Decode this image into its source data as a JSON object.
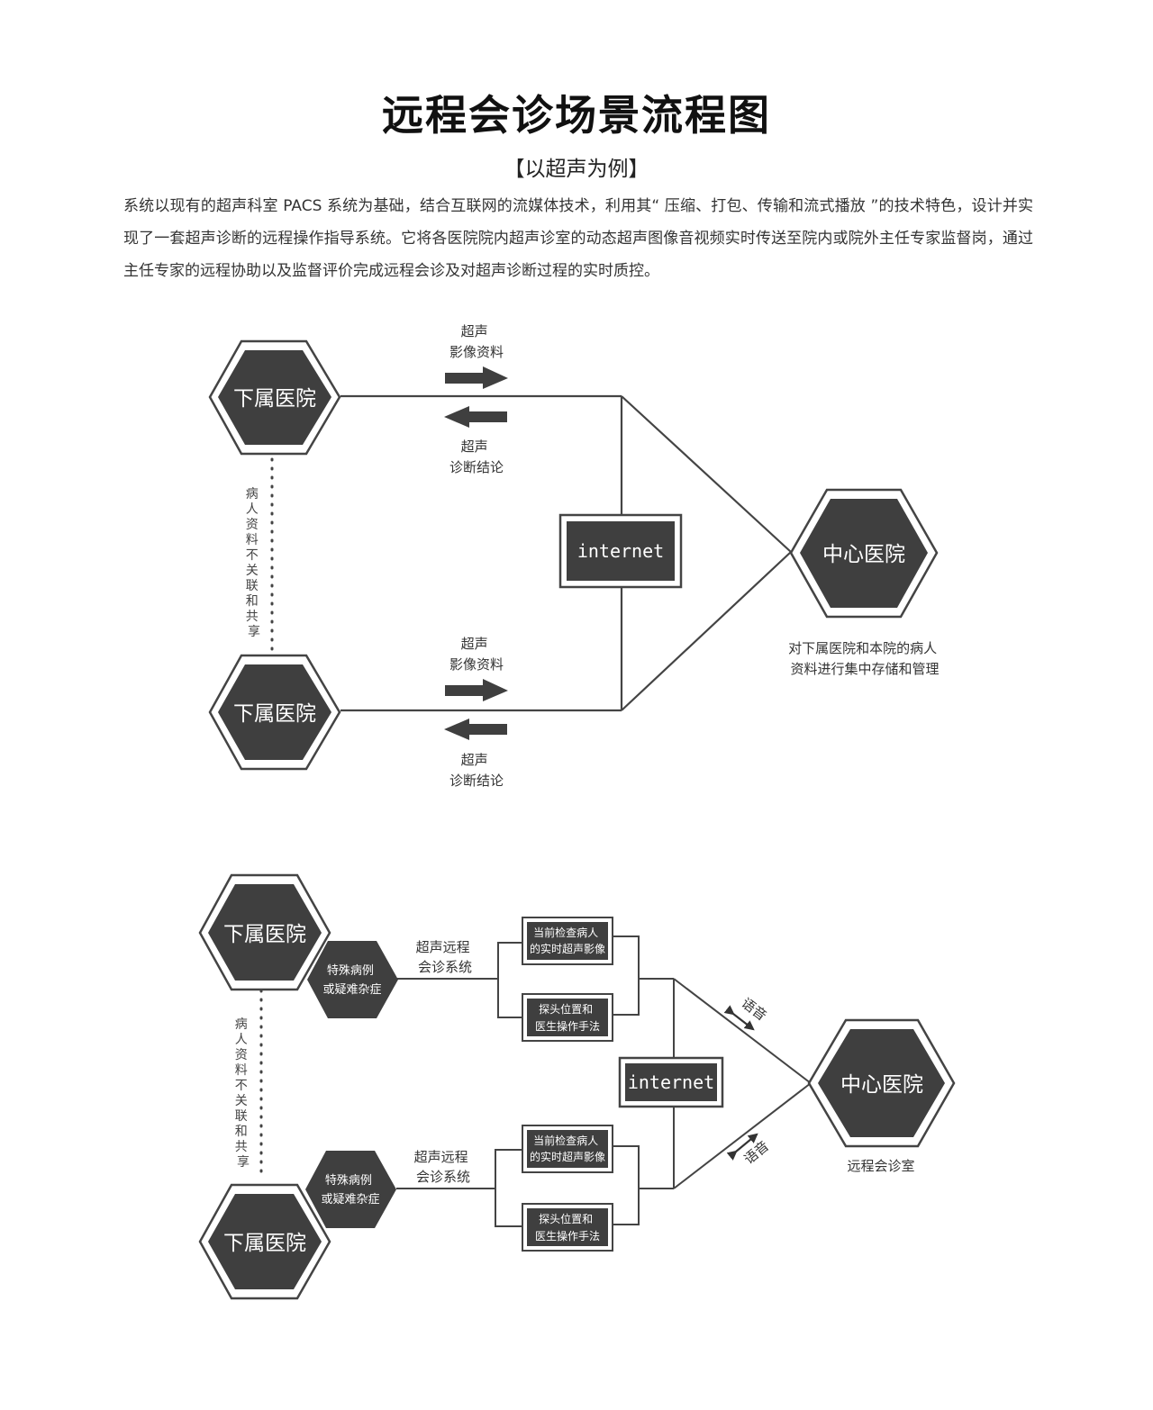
{
  "header": {
    "title": "远程会诊场景流程图",
    "subtitle": "【以超声为例】",
    "intro": "系统以现有的超声科室 PACS 系统为基础，结合互联网的流媒体技术，利用其“ 压缩、打包、传输和流式播放 ”的技术特色，设计并实现了一套超声诊断的远程操作指导系统。它将各医院院内超声诊室的动态超声图像音视频实时传送至院内或院外主任专家监督岗，通过主任专家的远程协助以及监督评价完成远程会诊及对超声诊断过程的实时质控。"
  },
  "diagram1": {
    "branch_top": "下属医院",
    "branch_bottom": "下属医院",
    "center": "中心医院",
    "internet": "internet",
    "send_top": [
      "超声",
      "影像资料"
    ],
    "return_top": [
      "超声",
      "诊断结论"
    ],
    "send_bottom": [
      "超声",
      "影像资料"
    ],
    "return_bottom": [
      "超声",
      "诊断结论"
    ],
    "not_shared": [
      "病",
      "人",
      "资",
      "料",
      "不",
      "关",
      "联",
      "和",
      "共",
      "享"
    ],
    "center_note": [
      "对下属医院和本院的病人",
      "资料进行集中存储和管理"
    ]
  },
  "diagram2": {
    "branch_top": "下属医院",
    "branch_bottom": "下属医院",
    "center": "中心医院",
    "internet": "internet",
    "special_top": [
      "特殊病例",
      "或疑难杂症"
    ],
    "special_bottom": [
      "特殊病例",
      "或疑难杂症"
    ],
    "system_top": [
      "超声远程",
      "会诊系统"
    ],
    "system_bottom": [
      "超声远程",
      "会诊系统"
    ],
    "box_image_top": [
      "当前检查病人",
      "的实时超声影像"
    ],
    "box_probe_top": [
      "探头位置和",
      "医生操作手法"
    ],
    "box_image_bottom": [
      "当前检查病人",
      "的实时超声影像"
    ],
    "box_probe_bottom": [
      "探头位置和",
      "医生操作手法"
    ],
    "voice_top": "语音",
    "voice_bottom": "语音",
    "not_shared": [
      "病",
      "人",
      "资",
      "料",
      "不",
      "关",
      "联",
      "和",
      "共",
      "享"
    ],
    "center_note": "远程会诊室"
  },
  "colors": {
    "fill": "#3f3f3f",
    "line": "#444444",
    "text": "#333333"
  }
}
